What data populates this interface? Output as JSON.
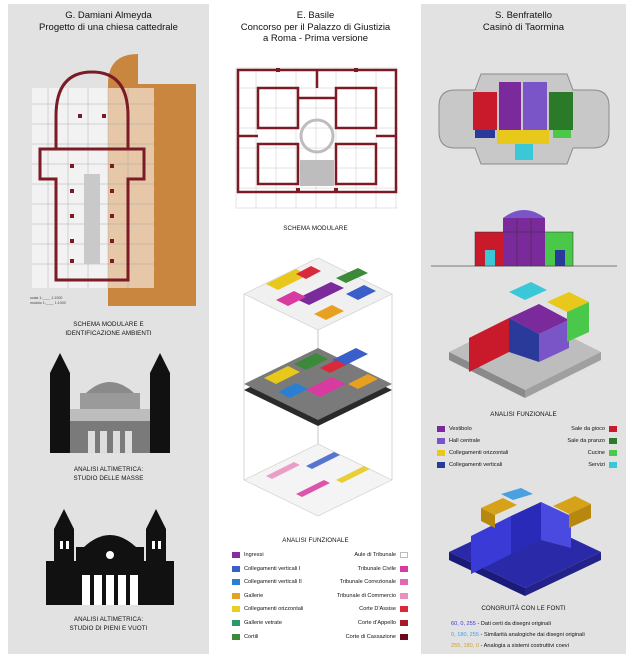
{
  "colors": {
    "panel": "#e2e2e2",
    "orange": "#c8863e",
    "wall": "#7a1b26",
    "blue_fonti": "#3a3ad6",
    "cyan_fonti": "#4aa0e0",
    "gold_fonti": "#d6a21a"
  },
  "col_a": {
    "title_line1": "G. Damiani Almeyda",
    "title_line2": "Progetto di una chiesa cattedrale",
    "plan_note_1": "scala 1:____ 1:1000",
    "plan_note_2": "modulo 1:____ 1:1000",
    "cap1_line1": "SCHEMA MODULARE E",
    "cap1_line2": "IDENTIFICAZIONE AMBIENTI",
    "cap2_line1": "ANALISI ALTIMETRICA:",
    "cap2_line2": "STUDIO DELLE MASSE",
    "cap3_line1": "ANALISI ALTIMETRICA:",
    "cap3_line2": "STUDIO DI PIENI E VUOTI"
  },
  "col_b": {
    "title_line1": "E. Basile",
    "title_line2": "Concorso per il Palazzo di Giustizia",
    "title_line3": "a Roma - Prima versione",
    "cap_modulare": "SCHEMA MODULARE",
    "cap_funzionale": "ANALISI FUNZIONALE",
    "legend_left": [
      {
        "label": "Ingressi",
        "color": "#8a2aa0"
      },
      {
        "label": "Collegamenti verticali I",
        "color": "#3a5fc8"
      },
      {
        "label": "Collegamenti verticali II",
        "color": "#2a7fd0"
      },
      {
        "label": "Gallerie",
        "color": "#e8a020"
      },
      {
        "label": "Collegamenti orizzontali",
        "color": "#e8d020"
      },
      {
        "label": "Gallerie vetrate",
        "color": "#2a9a6a"
      },
      {
        "label": "Cortili",
        "color": "#3a8a3a"
      }
    ],
    "legend_right": [
      {
        "label": "Aule di Tribunale",
        "color": "#ffffff"
      },
      {
        "label": "Tribunale Civile",
        "color": "#d83aa0"
      },
      {
        "label": "Tribunale Correzionale",
        "color": "#e06ab0"
      },
      {
        "label": "Tribunale di Commercio",
        "color": "#e890c0"
      },
      {
        "label": "Corte D'Assise",
        "color": "#d82a3a"
      },
      {
        "label": "Corte d'Appello",
        "color": "#a81a2a"
      },
      {
        "label": "Corte di Cassazione",
        "color": "#6a0a1a"
      }
    ]
  },
  "col_c": {
    "title_line1": "S. Benfratello",
    "title_line2": "Casinò di Taormina",
    "cap_funzionale": "ANALISI FUNZIONALE",
    "legend_left": [
      {
        "label": "Vestibolo",
        "color": "#7a2a9a"
      },
      {
        "label": "Hall centrale",
        "color": "#7a55c8"
      },
      {
        "label": "Collegamenti orizzontali",
        "color": "#e8c81a"
      },
      {
        "label": "Collegamenti verticali",
        "color": "#2a3a9a"
      }
    ],
    "legend_right": [
      {
        "label": "Sale da gioco",
        "color": "#c81a2a"
      },
      {
        "label": "Sale da pranzo",
        "color": "#2a7a2a"
      },
      {
        "label": "Cucine",
        "color": "#4ac84a"
      },
      {
        "label": "Servizi",
        "color": "#3ac8d8"
      }
    ],
    "cap_fonti": "CONGRUITÀ CON LE FONTI",
    "fonti": [
      {
        "code": "60, 0, 255",
        "text": " - Dati certi da disegni originali",
        "color": "#3a3ad6"
      },
      {
        "code": "0, 180, 255",
        "text": " - Similarità analogiche dai disegni originali",
        "color": "#4aa0e0"
      },
      {
        "code": "255, 180, 0",
        "text": " - Analogia a sistemi costruttivi coevi",
        "color": "#d6a21a"
      }
    ]
  }
}
